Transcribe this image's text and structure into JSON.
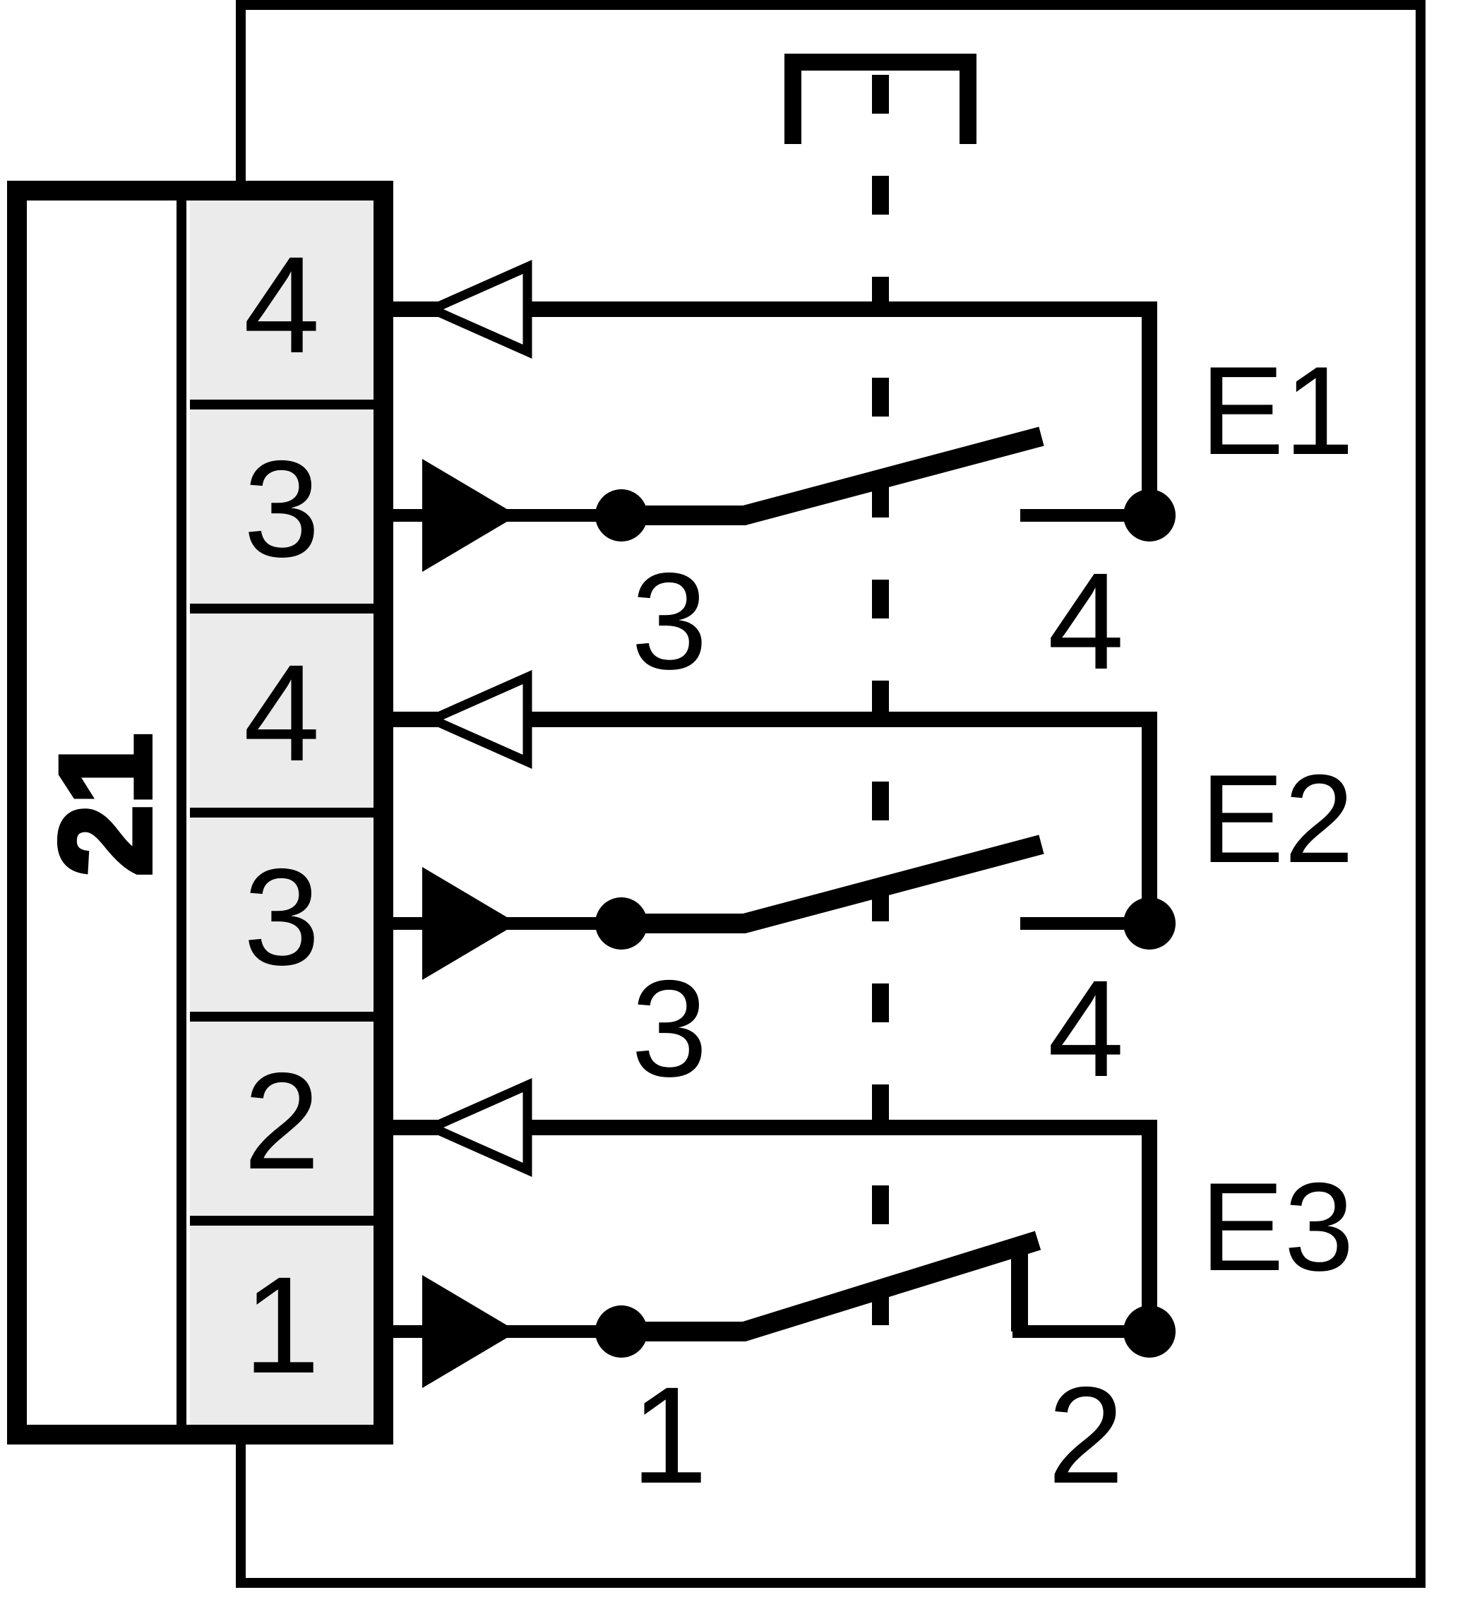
{
  "diagram": {
    "kind": "limit-switch circuit schematic",
    "connector_block": {
      "label": "21",
      "terminals": [
        "4",
        "3",
        "4",
        "3",
        "2",
        "1"
      ]
    },
    "switches": [
      {
        "id": "E1",
        "contact_from": "3",
        "contact_to": "4",
        "state": "open"
      },
      {
        "id": "E2",
        "contact_from": "3",
        "contact_to": "4",
        "state": "open"
      },
      {
        "id": "E3",
        "contact_from": "1",
        "contact_to": "2",
        "state": "closed"
      }
    ],
    "colors": {
      "line": "#000000",
      "background": "#ffffff",
      "terminal_cell_fill": "#ebebeb"
    }
  }
}
